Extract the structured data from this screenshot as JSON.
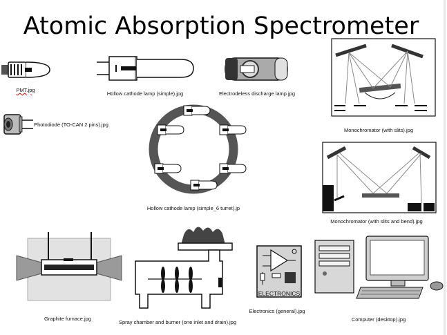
{
  "title": "Atomic Absorption Spectrometer",
  "items": [
    {
      "id": "pmt",
      "label": "PMT.jpg"
    },
    {
      "id": "hcl-simple",
      "label": "Hollow cathode lamp (simple).jpg"
    },
    {
      "id": "edl",
      "label": "Electrodeless discharge lamp.jpg"
    },
    {
      "id": "mono-slits",
      "label": "Monochromator (with slits).jpg"
    },
    {
      "id": "photodiode",
      "label": "Photodiode (TO-CAN 2 pins).jpg"
    },
    {
      "id": "turret",
      "label": "Hollow cathode lamp (simple_6 turret).jp"
    },
    {
      "id": "mono-bend",
      "label": "Monochromator (with slits and bend).jpg"
    },
    {
      "id": "graphite",
      "label": "Graphite furnace.jpg"
    },
    {
      "id": "spray",
      "label": "Spray chamber and burner (one inlet and drain).jpg"
    },
    {
      "id": "electronics",
      "label": "Electronics (general).jpg"
    },
    {
      "id": "computer",
      "label": "Computer (desktop).jpg"
    }
  ],
  "electronics_text": "ELECTRONICS"
}
